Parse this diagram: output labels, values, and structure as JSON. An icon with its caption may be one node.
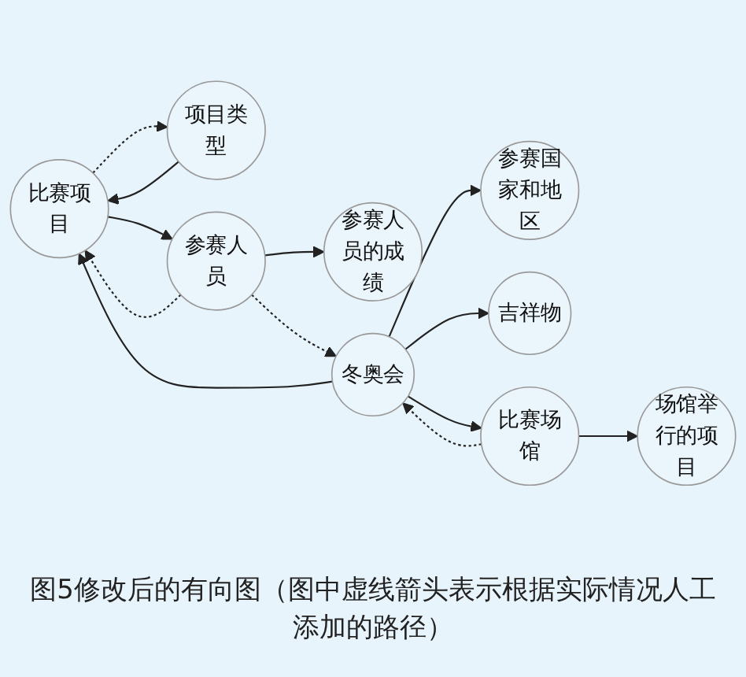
{
  "diagram": {
    "caption": "图5修改后的有向图（图中虚线箭头表示根据实际情况人工添加的路径）",
    "nodes": [
      {
        "text": [
          "比赛项目"
        ]
      },
      {
        "text": [
          "项目类型"
        ]
      },
      {
        "text": [
          "参赛国家和地区"
        ]
      },
      {
        "text": [
          "参赛人员"
        ]
      },
      {
        "text": [
          "参赛人员的成绩"
        ]
      },
      {
        "text": [
          "吉祥物"
        ]
      },
      {
        "text": [
          "冬奥会"
        ]
      },
      {
        "text": [
          "比赛场馆"
        ]
      },
      {
        "text": [
          "场馆举行的项目"
        ]
      }
    ],
    "edges": [
      {
        "from": 6,
        "to": 0,
        "arrow": "to"
      },
      {
        "from": 0,
        "to": 1,
        "arrow": "to",
        "style": "dashed"
      },
      {
        "from": 1,
        "to": 0,
        "arrow": "to"
      },
      {
        "from": 0,
        "to": 3,
        "arrow": "to"
      },
      {
        "from": 3,
        "to": 0,
        "arrow": "to",
        "style": "dashed"
      },
      {
        "from": 3,
        "to": 4,
        "arrow": "to"
      },
      {
        "from": 3,
        "to": 6,
        "arrow": "to",
        "style": "dashed"
      },
      {
        "from": 6,
        "to": 2,
        "arrow": "to"
      },
      {
        "from": 6,
        "to": 5,
        "arrow": "to"
      },
      {
        "from": 6,
        "to": 7,
        "arrow": "to"
      },
      {
        "from": 7,
        "to": 6,
        "arrow": "to",
        "style": "dashed"
      },
      {
        "from": 7,
        "to": 8,
        "arrow": "to"
      }
    ]
  }
}
